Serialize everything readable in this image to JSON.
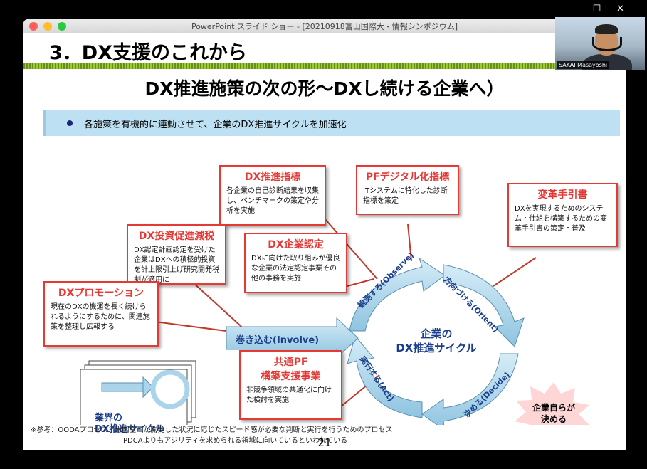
{
  "app": {
    "window_title": "PowerPoint スライド ショー - [20210918富山国際大・情報シンポジウム]",
    "win_minimize": "–",
    "win_maximize": "☐",
    "win_close": "✕"
  },
  "webcam": {
    "name": "SAKAI Masayoshi"
  },
  "slide": {
    "title": "3．DX支援のこれから",
    "headline": "DX推進施策の次の形～DXし続ける企業へ）",
    "bullet": "各施策を有機的に連動させて、企業のDX推進サイクルを加速化",
    "boxes": {
      "dx_index": {
        "title": "DX推進指標",
        "body": "各企業の自己診断結果を収集し、ベンチマークの策定や分析を実施"
      },
      "pf_digital": {
        "title": "PFデジタル化指標",
        "body": "ITシステムに特化した診断指標を策定"
      },
      "reform_guide": {
        "title": "変革手引書",
        "body": "DXを実現するためのシステム・仕組を構築するための変革手引書の策定・普及"
      },
      "dx_tax": {
        "title": "DX投資促進減税",
        "body": "DX認定計画認定を受けた企業はDXへの積極的投資を計上限引上げ研究開発税制が適用に"
      },
      "dx_cert": {
        "title": "DX企業認定",
        "body": "DXに向けた取り組みが優良な企業の法定認定事業その他の事務を実施"
      },
      "dx_promo": {
        "title": "DXプロモーション",
        "body": "現在のDXの機運を長く続けられるようにするために、関連施策を整理し広報する"
      },
      "common_pf": {
        "title": "共通PF構築支援事業",
        "title_line1": "共通PF",
        "title_line2": "構築支援事業",
        "body": "非競争領域の共通化に向けた検討を実施"
      }
    },
    "involve_label": "巻き込む(Involve)",
    "cycle": {
      "center_line1": "企業の",
      "center_line2": "DX推進サイクル",
      "observe": "観測する(Observe)",
      "orient": "方向づける(Orient)",
      "decide": "決める(Decide)",
      "act": "実行する(Act)"
    },
    "industry_cycle": {
      "line1": "業界の",
      "line2": "DX推進サイクル"
    },
    "starburst": {
      "line1": "企業自らが",
      "line2": "決める"
    },
    "footnote_line1": "※参考：OODAプロセス：米国空軍が開発した状況に応じたスピード感が必要な判断と実行を行うためのプロセス",
    "footnote_line2": "PDCAよりもアジリティを求められる領域に向いているといわれている",
    "page_number": "21"
  },
  "colors": {
    "accent_red": "#e53935",
    "cycle_blue": "#1a3e8c",
    "arrow_fill": "#a9d4ea",
    "bullet_bg": "#bde0f2"
  }
}
